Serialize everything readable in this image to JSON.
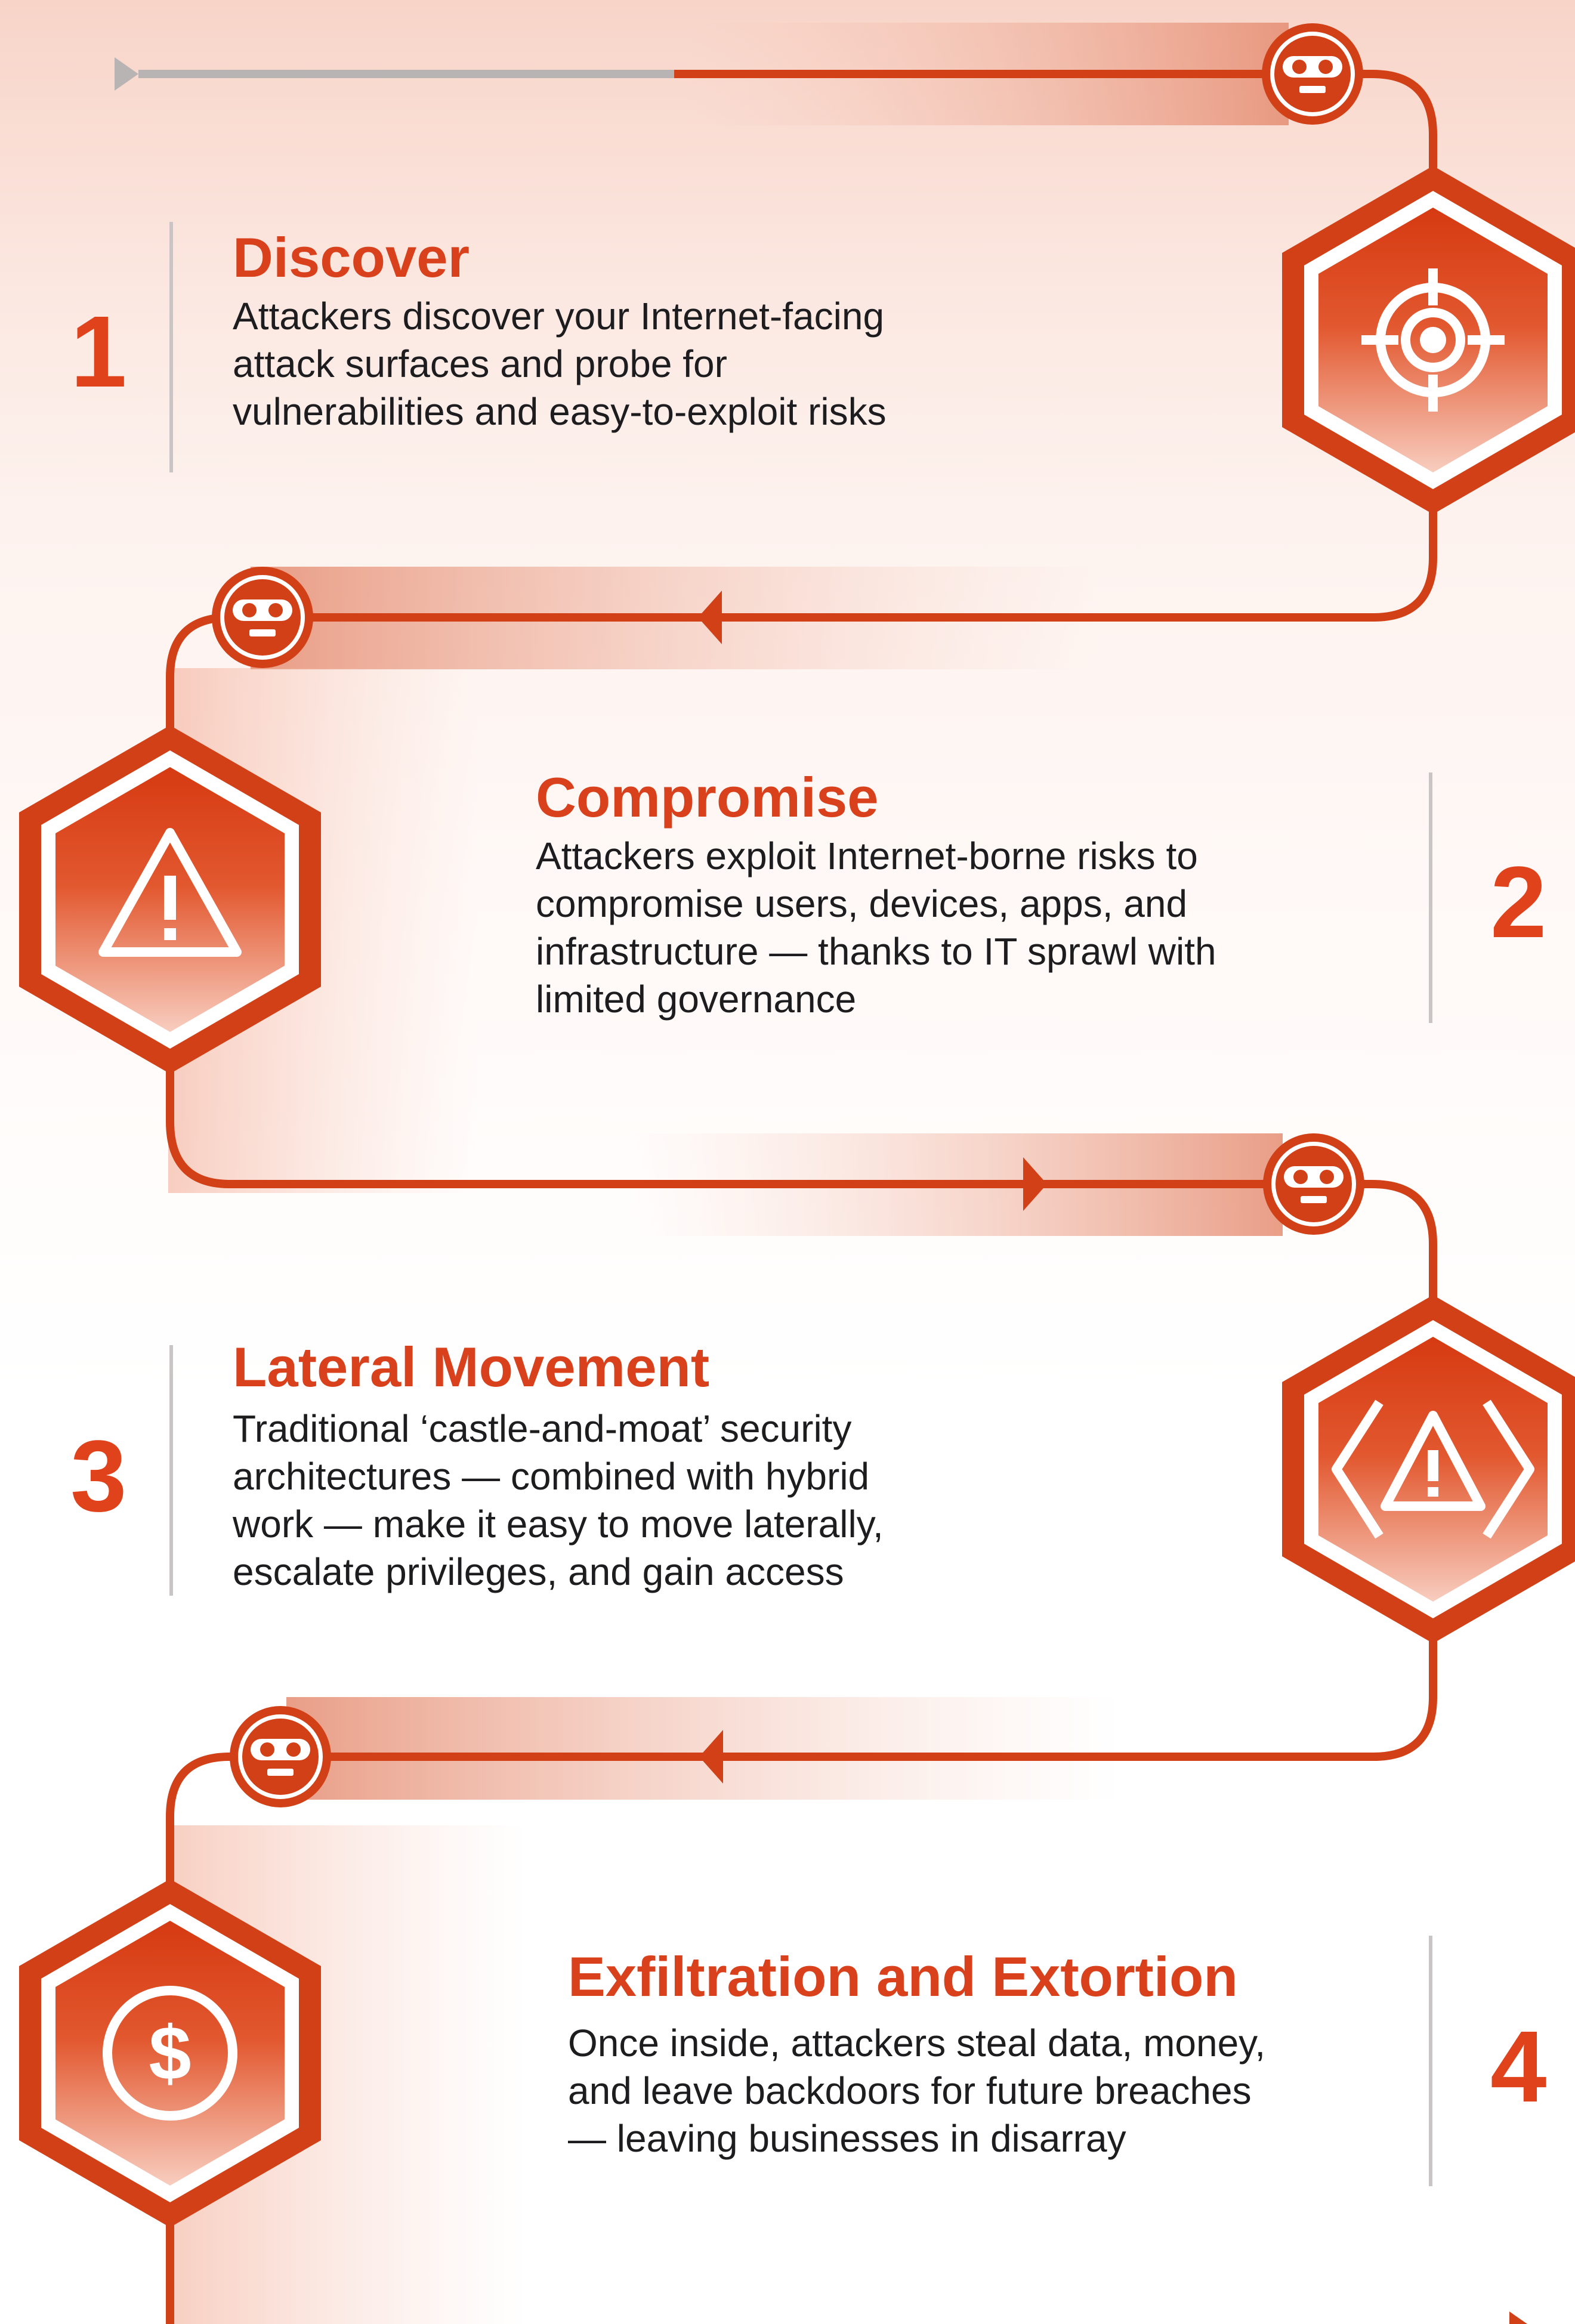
{
  "colors": {
    "accent": "#e0421b",
    "accent_dark": "#d24017",
    "hex_gradient_top": "#d63a12",
    "hex_gradient_bottom": "#f7c7b8",
    "arrow_gray": "#b8b4b3",
    "text": "#1d1d1f",
    "divider": "#c9c5c4"
  },
  "steps": [
    {
      "number": "1",
      "title": "Discover",
      "lines": [
        "Attackers discover your Internet-facing",
        "attack surfaces and probe for",
        "vulnerabilities and easy-to-exploit risks"
      ],
      "icon": "target-icon"
    },
    {
      "number": "2",
      "title": "Compromise",
      "lines": [
        "Attackers exploit Internet-borne risks to",
        "compromise users, devices, apps, and",
        "infrastructure — thanks to IT sprawl with",
        "limited governance"
      ],
      "icon": "warning-icon"
    },
    {
      "number": "3",
      "title": "Lateral Movement",
      "lines": [
        "Traditional ‘castle-and-moat’ security",
        "architectures — combined with hybrid",
        "work — make it easy to move laterally,",
        "escalate privileges, and gain access"
      ],
      "icon": "code-warning-icon"
    },
    {
      "number": "4",
      "title": "Exfiltration and Extortion",
      "lines": [
        "Once inside, attackers steal data, money,",
        "and leave backdoors for future breaches",
        "— leaving businesses in disarray"
      ],
      "icon": "dollar-icon"
    }
  ],
  "attacker_icons": [
    "attacker-icon",
    "attacker-icon",
    "attacker-icon",
    "attacker-icon"
  ],
  "dollar_symbol": "$"
}
